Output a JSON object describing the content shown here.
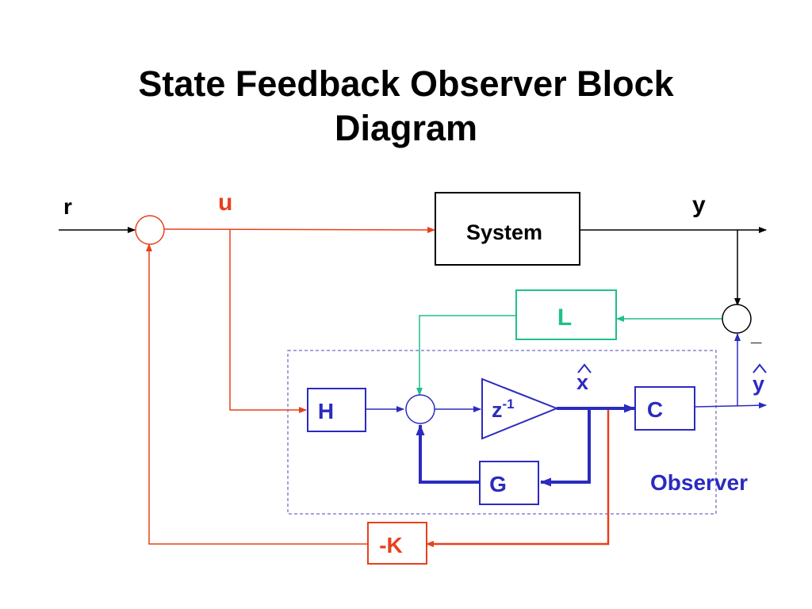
{
  "title": {
    "line1": "State Feedback Observer Block",
    "line2": "Diagram"
  },
  "signals": {
    "reference": "r",
    "input": "u",
    "output": "y",
    "state_estimate": "x",
    "output_estimate": "y",
    "minus_sign": "_",
    "superscript": "-1"
  },
  "blocks": {
    "system": "System",
    "observer_gain": "L",
    "input_matrix": "H",
    "delay": "z",
    "output_matrix": "C",
    "state_matrix": "G",
    "feedback_gain": "-K"
  },
  "observer_label": "Observer",
  "colors": {
    "black": "#000000",
    "input_path": "#e8401c",
    "observer": "#2b2bbf",
    "gain_path": "#1fbf8c",
    "dashed_box": "#4a4ab0"
  }
}
